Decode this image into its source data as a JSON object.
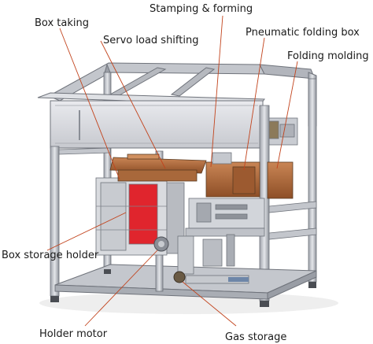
{
  "labels": {
    "box_taking": "Box taking",
    "stamping_forming": "Stamping & forming",
    "servo_load_shifting": "Servo load shifting",
    "pneumatic_folding_box": "Pneumatic folding box",
    "folding_molding": "Folding molding",
    "box_storage_holder": "Box storage holder",
    "holder_motor": "Holder motor",
    "gas_storage": "Gas storage"
  },
  "colors": {
    "frame": "#b9bcc4",
    "frame_dark": "#7c8088",
    "leader": "#c2431c",
    "red_panel": "#e0252d",
    "copper": "#b26a3a"
  }
}
